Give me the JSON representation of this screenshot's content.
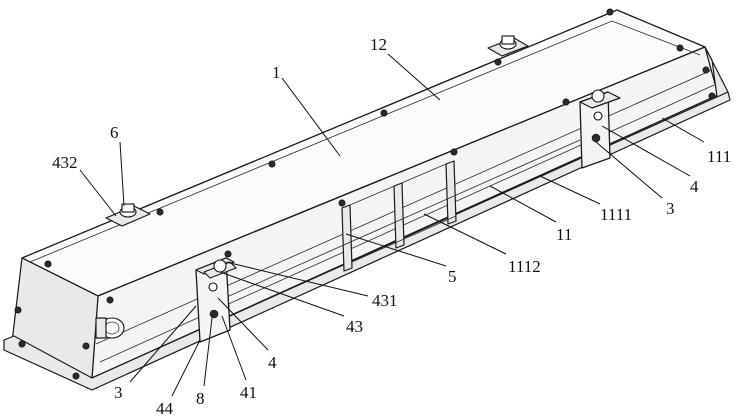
{
  "labels": {
    "l1": "1",
    "l12": "12",
    "l6": "6",
    "l432": "432",
    "l111": "111",
    "l4a": "4",
    "l3a": "3",
    "l1111": "1111",
    "l11": "11",
    "l1112": "1112",
    "l5": "5",
    "l431": "431",
    "l43": "43",
    "l4b": "4",
    "l41": "41",
    "l8": "8",
    "l44": "44",
    "l3b": "3"
  }
}
